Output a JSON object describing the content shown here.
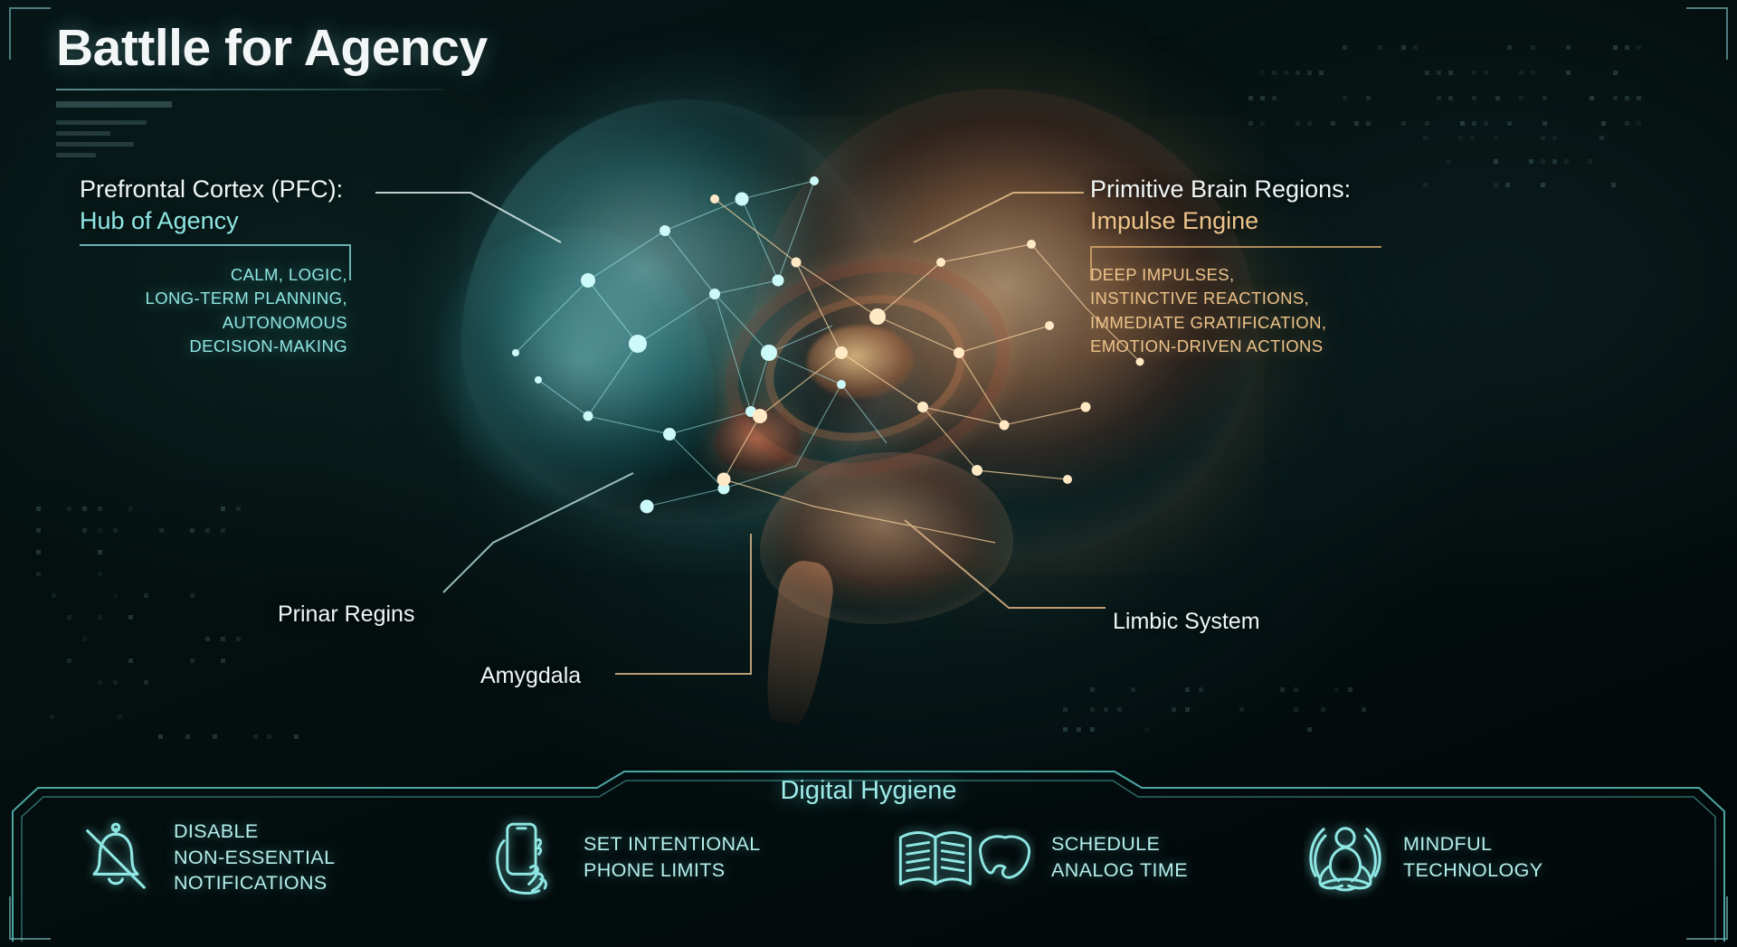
{
  "header": {
    "title": "Battlle for Agency"
  },
  "callouts": {
    "pfc": {
      "title": "Prefrontal Cortex (PFC):",
      "subtitle": "Hub of Agency",
      "accent_color": "#8fe7e4",
      "attributes": [
        "CALM, LOGIC,",
        "LONG-TERM PLANNING,",
        "AUTONOMOUS",
        "DECISION-MAKING"
      ]
    },
    "primitive": {
      "title": "Primitive Brain Regions:",
      "subtitle": "Impulse Engine",
      "accent_color": "#edc38a",
      "attributes": [
        "DEEP IMPULSES,",
        "INSTINCTIVE REACTIONS,",
        "IMMEDIATE GRATIFICATION,",
        "EMOTION-DRIVEN ACTIONS"
      ]
    }
  },
  "pins": [
    {
      "id": "primary-regions",
      "label": "Prinar Regins",
      "color": "#cfeeec"
    },
    {
      "id": "amygdala",
      "label": "Amygdala",
      "color": "#f0f5f5"
    },
    {
      "id": "limbic-system",
      "label": "Limbic System",
      "color": "#f0f5f5"
    }
  ],
  "hygiene": {
    "heading": "Digital Hygiene",
    "accent_color": "#9fecea",
    "tips": [
      {
        "icon": "bell-slash-icon",
        "text": "DISABLE\nNON-ESSENTIAL\nNOTIFICATIONS"
      },
      {
        "icon": "hand-phone-icon",
        "text": "SET INTENTIONAL\nPHONE LIMITS"
      },
      {
        "icon": "book-sleepmask-icon",
        "text": "SCHEDULE\nANALOG TIME"
      },
      {
        "icon": "meditation-icon",
        "text": "MINDFUL\nTECHNOLOGY"
      }
    ]
  },
  "artwork": {
    "left_hemisphere_color": "#8fe7e4",
    "right_hemisphere_color": "#e0945c",
    "background_color": "#04100f"
  }
}
